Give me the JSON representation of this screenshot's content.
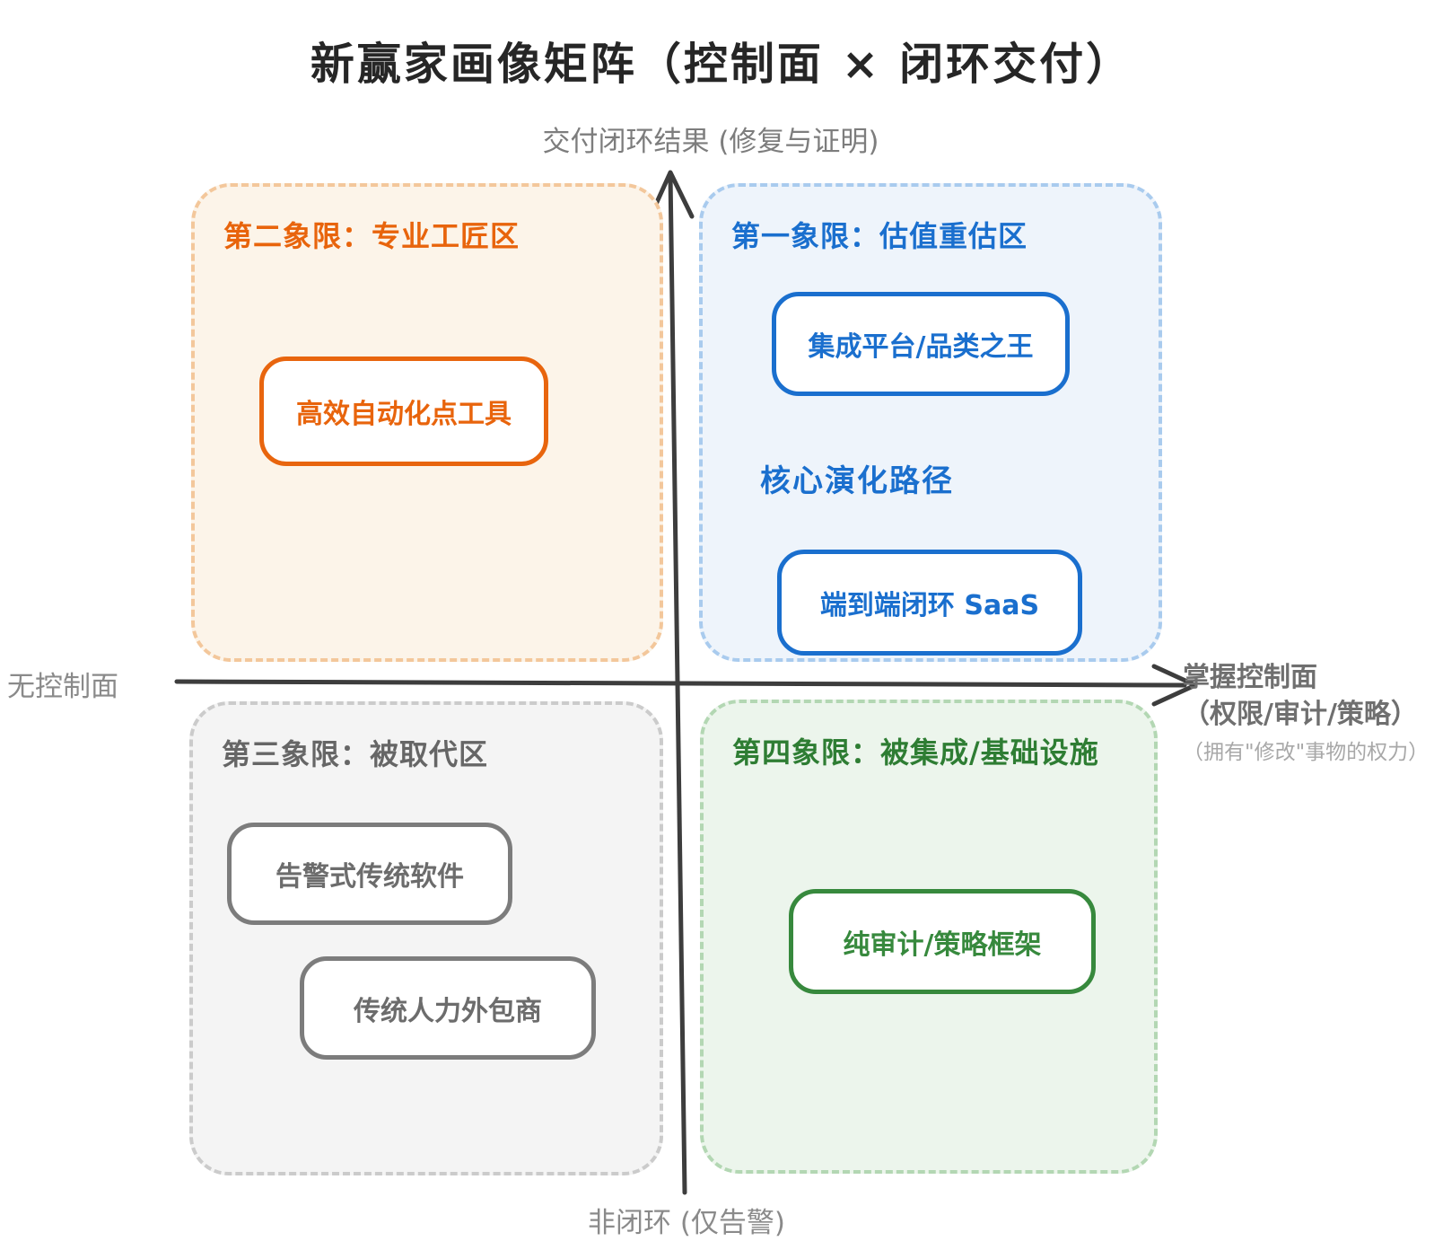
{
  "title": "新赢家画像矩阵（控制面 × 闭环交付）",
  "axis": {
    "y_top_label": "交付闭环结果 (修复与证明)",
    "y_bottom_label": "非闭环 (仅告警)",
    "x_left_label": "无控制面",
    "x_right_label_line1": "掌握控制面",
    "x_right_label_line2": "（权限/审计/策略）",
    "x_right_label_line3": "（拥有\"修改\"事物的权力）"
  },
  "quadrants": {
    "q1": {
      "title": "第一象限：估值重估区",
      "note": "核心演化路径",
      "items": [
        "集成平台/品类之王",
        "端到端闭环 SaaS"
      ],
      "accent_color": "#1a6fce",
      "fill_color": "#eef4fb"
    },
    "q2": {
      "title": "第二象限：专业工匠区",
      "items": [
        "高效自动化点工具"
      ],
      "accent_color": "#e8650e",
      "fill_color": "#fcf4e9"
    },
    "q3": {
      "title": "第三象限：被取代区",
      "items": [
        "告警式传统软件",
        "传统人力外包商"
      ],
      "accent_color": "#6c6c6c",
      "fill_color": "#f4f4f4"
    },
    "q4": {
      "title": "第四象限：被集成/基础设施",
      "items": [
        "纯审计/策略框架"
      ],
      "accent_color": "#37893d",
      "fill_color": "#ecf5ec"
    }
  },
  "axis_line_color": "#3d3d3d"
}
